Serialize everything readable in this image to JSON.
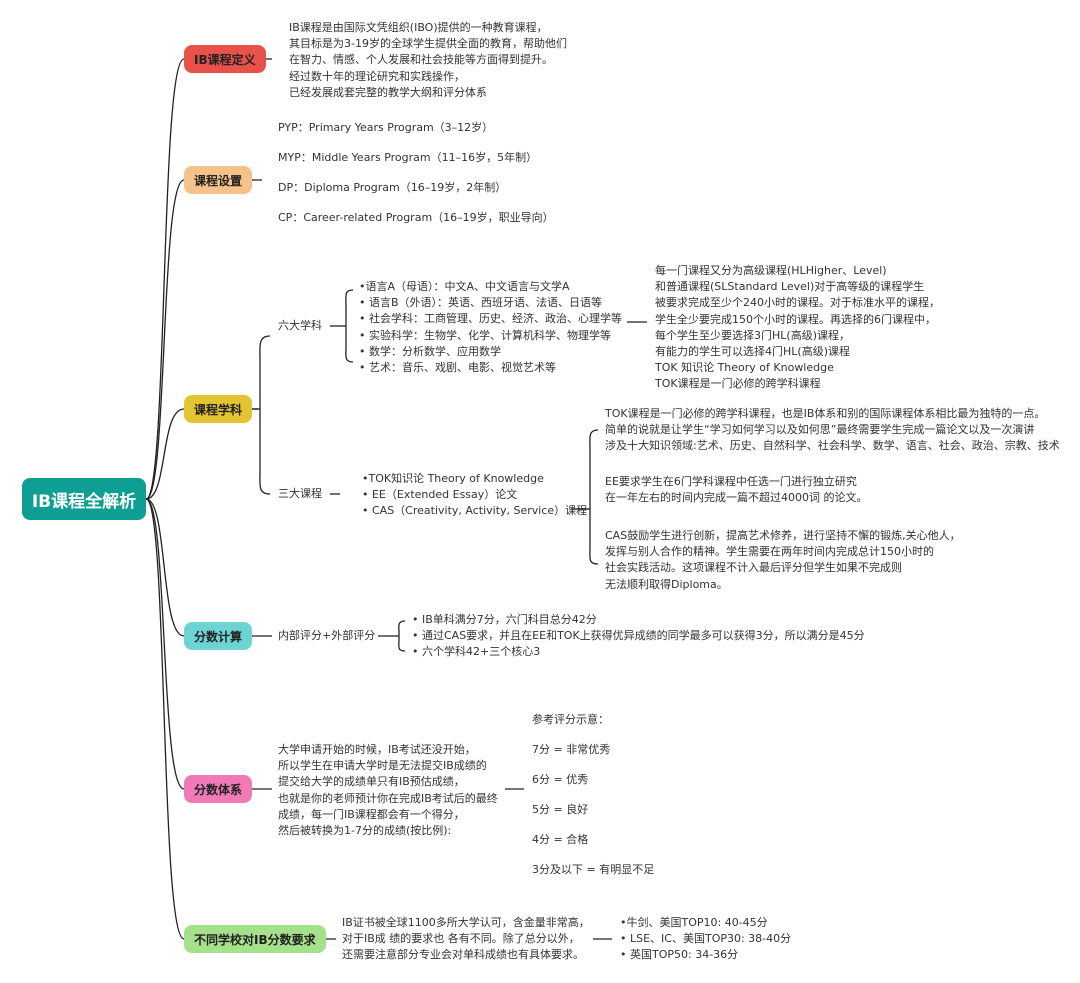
{
  "root": "IB课程全解析",
  "branch_colors": {
    "definition": "#e8524a",
    "courses": "#f6c28b",
    "subjects": "#e4c431",
    "scoring": "#6ed3d3",
    "grading": "#f07ab6",
    "requirements": "#a5e08b",
    "root": "#0e9e93"
  },
  "definition": {
    "label": "IB课程定义",
    "lines": [
      "IB课程是由国际文凭组织(IBO)提供的一种教育课程，",
      "其目标是为3-19岁的全球学生提供全面的教育，帮助他们",
      "在智力、情感、个人发展和社会技能等方面得到提升。",
      "经过数十年的理论研究和实践操作，",
      "已经发展成套完整的教学大纲和评分体系"
    ]
  },
  "courses": {
    "label": "课程设置",
    "items": [
      "PYP：Primary Years Program（3–12岁）",
      "MYP：Middle Years Program（11–16岁，5年制）",
      "DP：Diploma Program（16–19岁，2年制）",
      "CP：Career-related Program（16–19岁，职业导向）"
    ]
  },
  "subjects": {
    "label": "课程学科",
    "six": {
      "label": "六大学科",
      "items": [
        "•语言A（母语）：中文A、中文语言与文学A",
        "• 语言B（外语）：英语、西班牙语、法语、日语等",
        "• 社会学科：工商管理、历史、经济、政治、心理学等",
        "• 实验科学：生物学、化学、计算机科学、物理学等",
        "• 数学：分析数学、应用数学",
        "• 艺术：音乐、戏剧、电影、视觉艺术等"
      ],
      "note": [
        "每一门课程又分为高级课程(HLHigher、Level)",
        "和普通课程(SLStandard Level)对于高等级的课程学生",
        "被要求完成至少个240小时的课程。对于标准水平的课程，",
        "学生全少要完成150个小时的课程。再选择的6门课程中，",
        "每个学生至少要选择3门HL(高级)课程，",
        "有能力的学生可以选择4门HL(高级)课程",
        "TOK 知识论 Theory of Knowledge",
        "TOK课程是一门必修的跨学科课程"
      ]
    },
    "three": {
      "label": "三大课程",
      "items": [
        "•TOK知识论 Theory of Knowledge",
        "• EE（Extended Essay）论文",
        "• CAS（Creativity, Activity, Service）课程"
      ],
      "tok": [
        "TOK课程是一门必修的跨学科课程，也是IB体系和别的国际课程体系相比最为独特的一点。",
        "简单的说就是让学生“学习如何学习以及如何思”最终需要学生完成一篇论文以及一次演讲",
        "涉及十大知识领域:艺术、历史、自然科学、社会科学、数学、语言、社会、政治、宗教、技术"
      ],
      "ee": [
        "EE要求学生在6门学科课程中任选一门进行独立研究",
        "在一年左右的时间内完成一篇不超过4000词 的论文。"
      ],
      "cas": [
        "CAS鼓励学生进行创新，提高艺术修养，进行坚持不懈的锻炼,关心他人，",
        "发挥与别人合作的精神。学生需要在两年时间内完成总计150小时的",
        "社会实践活动。这项课程不计入最后评分但学生如果不完成则",
        "无法顺利取得Diploma。"
      ]
    }
  },
  "scoring": {
    "label": "分数计算",
    "sub": "内部评分+外部评分",
    "items": [
      "• IB单科满分7分，六门科目总分42分",
      "• 通过CAS要求，并且在EE和TOK上获得优异成绩的同学最多可以获得3分，所以满分是45分",
      "• 六个学科42+三个核心3"
    ]
  },
  "grading": {
    "label": "分数体系",
    "desc": [
      "大学申请开始的时候，IB考试还没开始，",
      "所以学生在申请大学时是无法提交IB成绩的",
      "提交给大学的成绩单只有IB预估成绩，",
      "也就是你的老师预计你在完成IB考试后的最终",
      "成绩，每一门IB课程都会有一个得分，",
      "然后被转换为1-7分的成绩(按比例):"
    ],
    "ref_title": "参考评分示意：",
    "scale": [
      "7分 = 非常优秀",
      "6分 = 优秀",
      "5分 = 良好",
      "4分 = 合格",
      "3分及以下 = 有明显不足"
    ]
  },
  "requirements": {
    "label": "不同学校对IB分数要求",
    "desc": [
      "IB证书被全球1100多所大学认可，含金量非常高，",
      "对于IB成 绩的要求也 各有不同。除了总分以外，",
      "还需要注意部分专业会对单科成绩也有具体要求。"
    ],
    "items": [
      "•牛剑、美国TOP10: 40-45分",
      "• LSE、IC、美国TOP30: 38-40分",
      "• 英国TOP50: 34-36分"
    ]
  }
}
